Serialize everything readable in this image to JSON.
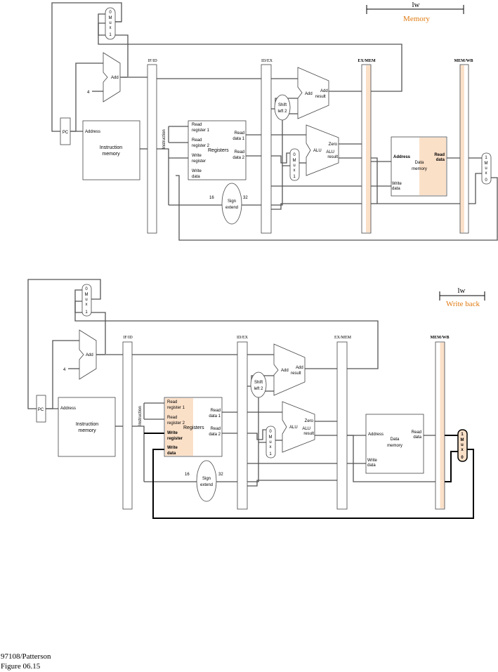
{
  "top": {
    "stage_tag": "lw",
    "stage_name": "Memory",
    "pipe_regs": [
      "IF/ID",
      "ID/EX",
      "EX/MEM",
      "MEM/WB"
    ],
    "pc": "PC",
    "address": "Address",
    "instruction_memory": [
      "Instruction",
      "memory"
    ],
    "instruction": "Instruction",
    "add": "Add",
    "add_result": [
      "Add",
      "result"
    ],
    "four": "4",
    "shift": [
      "Shift",
      "left 2"
    ],
    "reg_inputs": [
      "Read",
      "register 1",
      "Read",
      "register 2",
      "Write",
      "register",
      "Write",
      "data"
    ],
    "registers": "Registers",
    "reg_outputs": [
      "Read",
      "data 1",
      "Read",
      "data 2"
    ],
    "alu": "ALU",
    "zero": "Zero",
    "alu_result": [
      "ALU",
      "result"
    ],
    "sign_extend": [
      "Sign",
      "extend"
    ],
    "bits16": "16",
    "bits32": "32",
    "mux_pc": [
      "0",
      "M",
      "u",
      "x",
      "1"
    ],
    "mux_alu": [
      "0",
      "M",
      "u",
      "x",
      "1"
    ],
    "mux_wb": [
      "1",
      "M",
      "u",
      "x",
      "0"
    ],
    "dm_address": "Address",
    "dm_read": [
      "Read",
      "data"
    ],
    "data_memory": [
      "Data",
      "memory"
    ],
    "write_data": [
      "Write",
      "data"
    ]
  },
  "bottom": {
    "stage_tag": "lw",
    "stage_name": "Write back"
  },
  "footer": {
    "line1": "97108/Patterson",
    "line2": "Figure 06.15"
  },
  "colors": {
    "highlight": "#fbe0c8",
    "accent": "#e07a10"
  }
}
